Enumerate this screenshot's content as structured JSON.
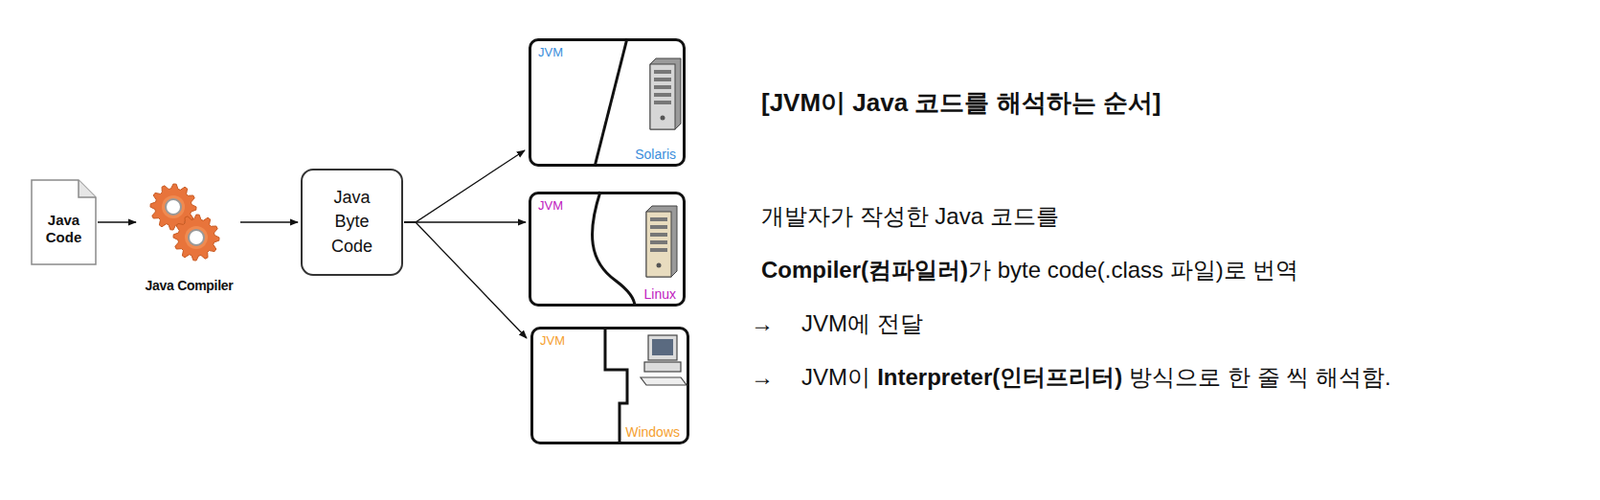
{
  "diagram": {
    "title": "[JVM이 Java 코드를 해석하는 순서]",
    "nodes": [
      {
        "text": [
          "Java Code"
        ]
      },
      {
        "text": [
          "Java Compiler"
        ]
      },
      {
        "text": [
          "Java Byte Code"
        ]
      },
      {
        "text": [
          "JVM",
          "Solaris"
        ]
      },
      {
        "text": [
          "JVM",
          "Linux"
        ]
      },
      {
        "text": [
          "JVM",
          "Windows"
        ]
      }
    ],
    "edges": [
      {
        "from": 0,
        "to": 1,
        "arrow": "to"
      },
      {
        "from": 1,
        "to": 2,
        "arrow": "to"
      },
      {
        "from": 2,
        "to": 3,
        "arrow": "to"
      },
      {
        "from": 2,
        "to": 4,
        "arrow": "to"
      },
      {
        "from": 2,
        "to": 5,
        "arrow": "to"
      }
    ],
    "labels": [
      "개발자가 작성한 Java 코드를",
      "Compiler(컴파일러)",
      "가 byte code(.class 파일)로 번역",
      "→",
      "JVM에 전달",
      "→",
      "JVM이",
      "Interpreter(인터프리터)",
      "방식으로 한 줄 씩 해석함."
    ]
  }
}
